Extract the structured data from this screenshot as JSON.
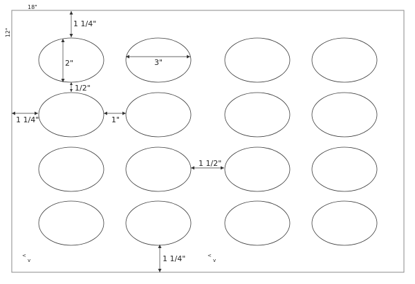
{
  "sheet": {
    "width_label": "18\"",
    "height_label": "12\""
  },
  "labels": {
    "rows": 4,
    "columns": 4,
    "shape": "oval"
  },
  "dimensions": {
    "top_margin": "1 1/4\"",
    "label_height": "2\"",
    "label_width": "3\"",
    "vertical_gap": "1/2\"",
    "left_margin": "1 1/4\"",
    "horizontal_gap": "1\"",
    "center_gap": "1 1/2\"",
    "bottom_margin": "1 1/4\""
  },
  "marks": {
    "left_lt": "<",
    "left_v": "v",
    "right_lt": "<",
    "right_v": "v"
  }
}
